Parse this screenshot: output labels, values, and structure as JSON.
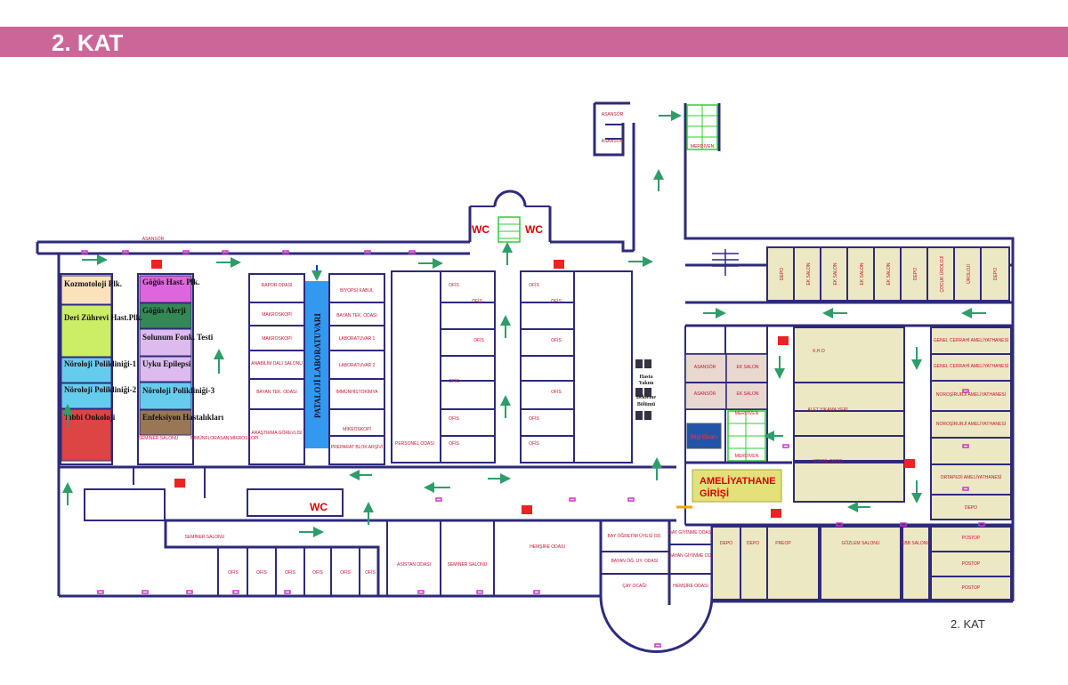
{
  "header": {
    "title": "2. KAT",
    "bar_color": "#cc6699"
  },
  "footer": {
    "label": "2. KAT"
  },
  "colors": {
    "wall": "#2e2a7a",
    "or_room_fill": "#ece8c4",
    "pathology_lab": "#3399ee",
    "entrance_box": "#e4e07a",
    "arrow": "#2e9d6a",
    "wc_text": "#dd0000",
    "room_label": "#cc1133",
    "fire_icon": "#ee2222",
    "door_marker": "#cc33cc",
    "stair_green": "#33cc33"
  },
  "clinics": [
    {
      "label": "Kozmotoloji Plk.",
      "color": "#fbe2bc"
    },
    {
      "label": "Deri Zührevi Hast.Plk.",
      "color": "#ccee66"
    },
    {
      "label": "Nöroloji Polikliniği-1",
      "color": "#66ccee"
    },
    {
      "label": "Nöroloji Polikliniği-2",
      "color": "#66ccee"
    },
    {
      "label": "Tıbbi Onkoloji",
      "color": "#dd4444"
    },
    {
      "label": "Göğüs Hast. Plk.",
      "color": "#dd66dd"
    },
    {
      "label": "Göğüs Alerji",
      "color": "#338855"
    },
    {
      "label": "Solunum Fonk. Testi",
      "color": "#ddbbee"
    },
    {
      "label": "Uyku Epilepsi",
      "color": "#ddbbee"
    },
    {
      "label": "Nöroloji Polikliniği-3",
      "color": "#66ccee"
    },
    {
      "label": "Enfeksiyon Hastalıkları",
      "color": "#997755"
    }
  ],
  "labels": {
    "pathology_lab": "PATALOJİ LABORATUVARI",
    "wc_left": "WC",
    "wc_right": "WC",
    "wc_bottom": "WC",
    "surgery_entrance_1": "AMELİYATHANE",
    "surgery_entrance_2": "GİRİŞİ",
    "waiting_1": "Hasta",
    "waiting_2": "Yakını",
    "waiting_3": "Bekleme",
    "waiting_4": "Bölümü",
    "info_screen": "Bilgi Ekranı"
  },
  "rooms": [
    {
      "label": "ASANSÖR"
    },
    {
      "label": "ASANSÖR"
    },
    {
      "label": "MERDİVEN"
    },
    {
      "label": "ASANSÖR"
    },
    {
      "label": "RAPOR ODASI"
    },
    {
      "label": "MAKROSKOPİ"
    },
    {
      "label": "MAKROSKOPİ"
    },
    {
      "label": "ANABİLİM DALI SALONU"
    },
    {
      "label": "BAYAN TEK. ODASI"
    },
    {
      "label": "ARAŞTIRMA GÖREVLİSİ"
    },
    {
      "label": "BİYOPSİ KABUL"
    },
    {
      "label": "BAYAN TEK. ODASI"
    },
    {
      "label": "LABORATUVAR 1"
    },
    {
      "label": "LABORATUVAR 2"
    },
    {
      "label": "İMMÜNHİSTOKİMYA"
    },
    {
      "label": "MİKROSKOPİ"
    },
    {
      "label": "PREPARAT BLOK ARŞİVİ"
    },
    {
      "label": "SEMİNER SALONU"
    },
    {
      "label": "İMMÜNFLORASAN MİKROSKOPİ"
    },
    {
      "label": "PERSONEL ODASI"
    },
    {
      "label": "OFİS"
    },
    {
      "label": "OFİS"
    },
    {
      "label": "OFİS"
    },
    {
      "label": "OFİS"
    },
    {
      "label": "OFİS"
    },
    {
      "label": "OFİS"
    },
    {
      "label": "OFİS"
    },
    {
      "label": "OFİS"
    },
    {
      "label": "OFİS"
    },
    {
      "label": "OFİS"
    },
    {
      "label": "OFİS"
    },
    {
      "label": "OFİS"
    },
    {
      "label": "SEMİNER SALONU"
    },
    {
      "label": "OFİS"
    },
    {
      "label": "OFİS"
    },
    {
      "label": "OFİS"
    },
    {
      "label": "OFİS"
    },
    {
      "label": "OFİS"
    },
    {
      "label": "OFİS"
    },
    {
      "label": "ASİSTAN ODASI"
    },
    {
      "label": "SEMİNER SALONU"
    },
    {
      "label": "HEMŞİRE ODASI"
    },
    {
      "label": "BAY ÖĞRETİM ÜYESİ OD."
    },
    {
      "label": "BAYAN ÖĞ. ÜY. ODASI"
    },
    {
      "label": "ÇAY OCAĞI"
    },
    {
      "label": "BAY GİYİNME ODASI"
    },
    {
      "label": "BAYAN GİYİNME OD."
    },
    {
      "label": "HEMŞİRE ODASI"
    },
    {
      "label": "DEPO"
    },
    {
      "label": "DEPO"
    },
    {
      "label": "PREOP"
    },
    {
      "label": "GÖZLEM SALONU"
    },
    {
      "label": "KBB SALONU"
    },
    {
      "label": "POSTOP"
    },
    {
      "label": "POSTOP"
    },
    {
      "label": "POSTOP"
    },
    {
      "label": "DEPO"
    },
    {
      "label": "ORTAPEDİ AMELİYATHANESİ"
    },
    {
      "label": "NOROŞİRURJİ AMELİYATHANESİ"
    },
    {
      "label": "NOROŞİRURJİ AMELİYATHANESİ"
    },
    {
      "label": "GENEL CERRAHİ AMELİYATHANESİ"
    },
    {
      "label": "GENEL CERRAHİ AMELİYATHANESİ"
    },
    {
      "label": "K.H.O"
    },
    {
      "label": "ALET YIKAMA YERİ"
    },
    {
      "label": "STERİL DEPO"
    },
    {
      "label": "ASANSÖR"
    },
    {
      "label": "EK SALON"
    },
    {
      "label": "ASANSÖR"
    },
    {
      "label": "EK SALON"
    },
    {
      "label": "MERDİVEN"
    },
    {
      "label": "MERDİVEN"
    },
    {
      "label": "DEPO"
    },
    {
      "label": "EK SALON"
    },
    {
      "label": "EK SALON"
    },
    {
      "label": "EK SALON"
    },
    {
      "label": "EK SALON"
    },
    {
      "label": "ÇOCUK ÜROLOJİ"
    },
    {
      "label": "ÜROLOJİ"
    },
    {
      "label": "DEPO"
    },
    {
      "label": "DEPO"
    }
  ]
}
